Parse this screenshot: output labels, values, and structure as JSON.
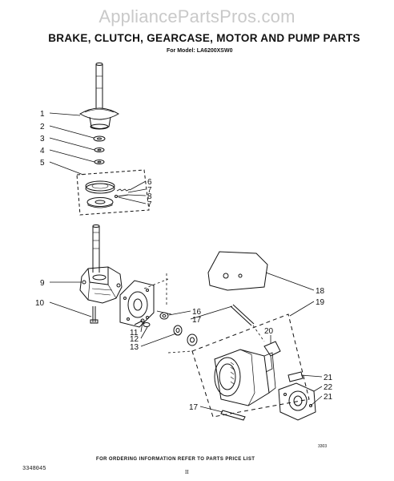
{
  "watermark": "AppliancePartsPros.com",
  "title": "BRAKE, CLUTCH, GEARCASE, MOTOR AND PUMP PARTS",
  "model": "For Model: LA6200XSW0",
  "footer_note": "FOR ORDERING INFORMATION REFER TO PARTS PRICE LIST",
  "doc_number": "3348045",
  "code": "3303",
  "page_number": "II",
  "callouts": {
    "c1": "1",
    "c2": "2",
    "c3": "3",
    "c4": "4",
    "c5": "5",
    "c6": "6",
    "c7a": "7",
    "c8": "8",
    "c7b": "7",
    "c9": "9",
    "c10": "10",
    "c11": "11",
    "c12": "12",
    "c13": "13",
    "c16": "16",
    "c17a": "17",
    "c18": "18",
    "c19": "19",
    "c20": "20",
    "c21a": "21",
    "c22": "22",
    "c21b": "21",
    "c17b": "17"
  }
}
